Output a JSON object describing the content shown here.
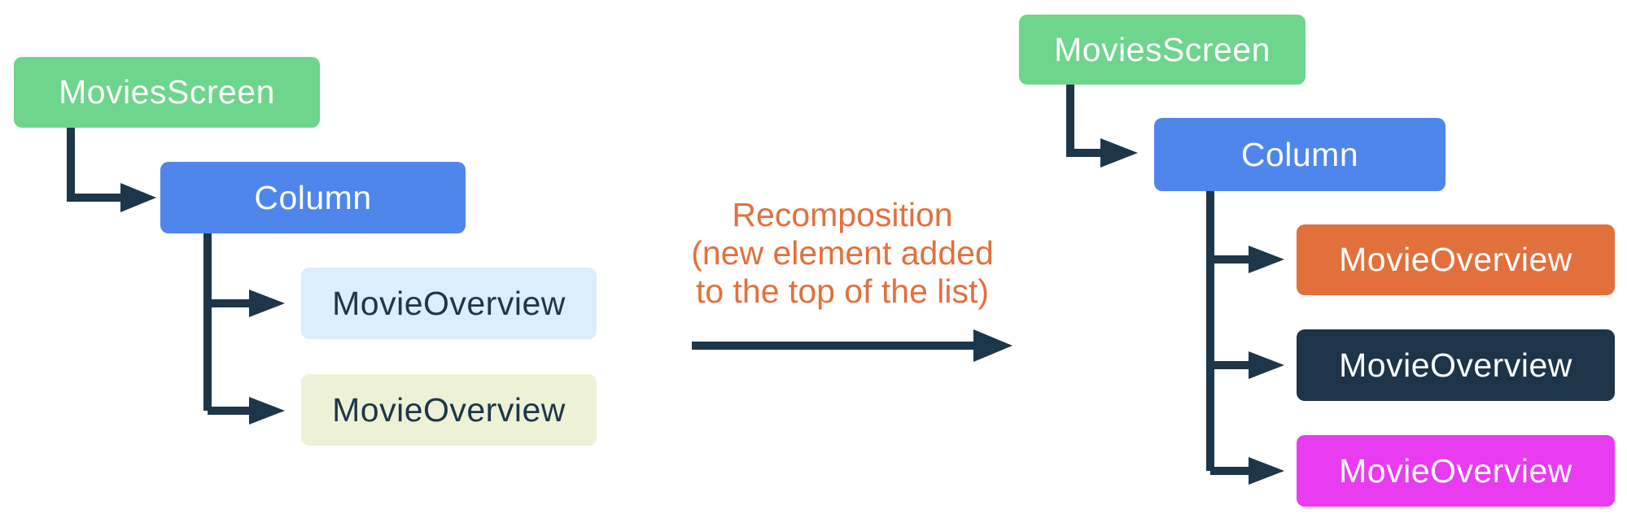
{
  "diagram": {
    "title_hint": "Jetpack Compose recomposition tree diagram",
    "connector_color": "#1D3649",
    "before_tree": {
      "nodes": [
        {
          "label": "MoviesScreen",
          "bg": "#6DD58C",
          "text_color": "#FFFFFF"
        },
        {
          "label": "Column",
          "bg": "#4E86EC",
          "text_color": "#FFFFFF"
        },
        {
          "label": "MovieOverview",
          "bg": "#DCEDFC",
          "text_color": "#1D3649"
        },
        {
          "label": "MovieOverview",
          "bg": "#EDF2D7",
          "text_color": "#1D3649"
        }
      ]
    },
    "transition": {
      "lines": [
        "Recomposition",
        "(new element added",
        "to the top of the list)"
      ],
      "label_color": "#E2703C"
    },
    "after_tree": {
      "nodes": [
        {
          "label": "MoviesScreen",
          "bg": "#6DD58C",
          "text_color": "#FFFFFF"
        },
        {
          "label": "Column",
          "bg": "#4E86EC",
          "text_color": "#FFFFFF"
        },
        {
          "label": "MovieOverview",
          "bg": "#E2703C",
          "text_color": "#FFFFFF"
        },
        {
          "label": "MovieOverview",
          "bg": "#1D3449",
          "text_color": "#FFFFFF"
        },
        {
          "label": "MovieOverview",
          "bg": "#E93BF0",
          "text_color": "#FFFFFF"
        }
      ]
    }
  }
}
